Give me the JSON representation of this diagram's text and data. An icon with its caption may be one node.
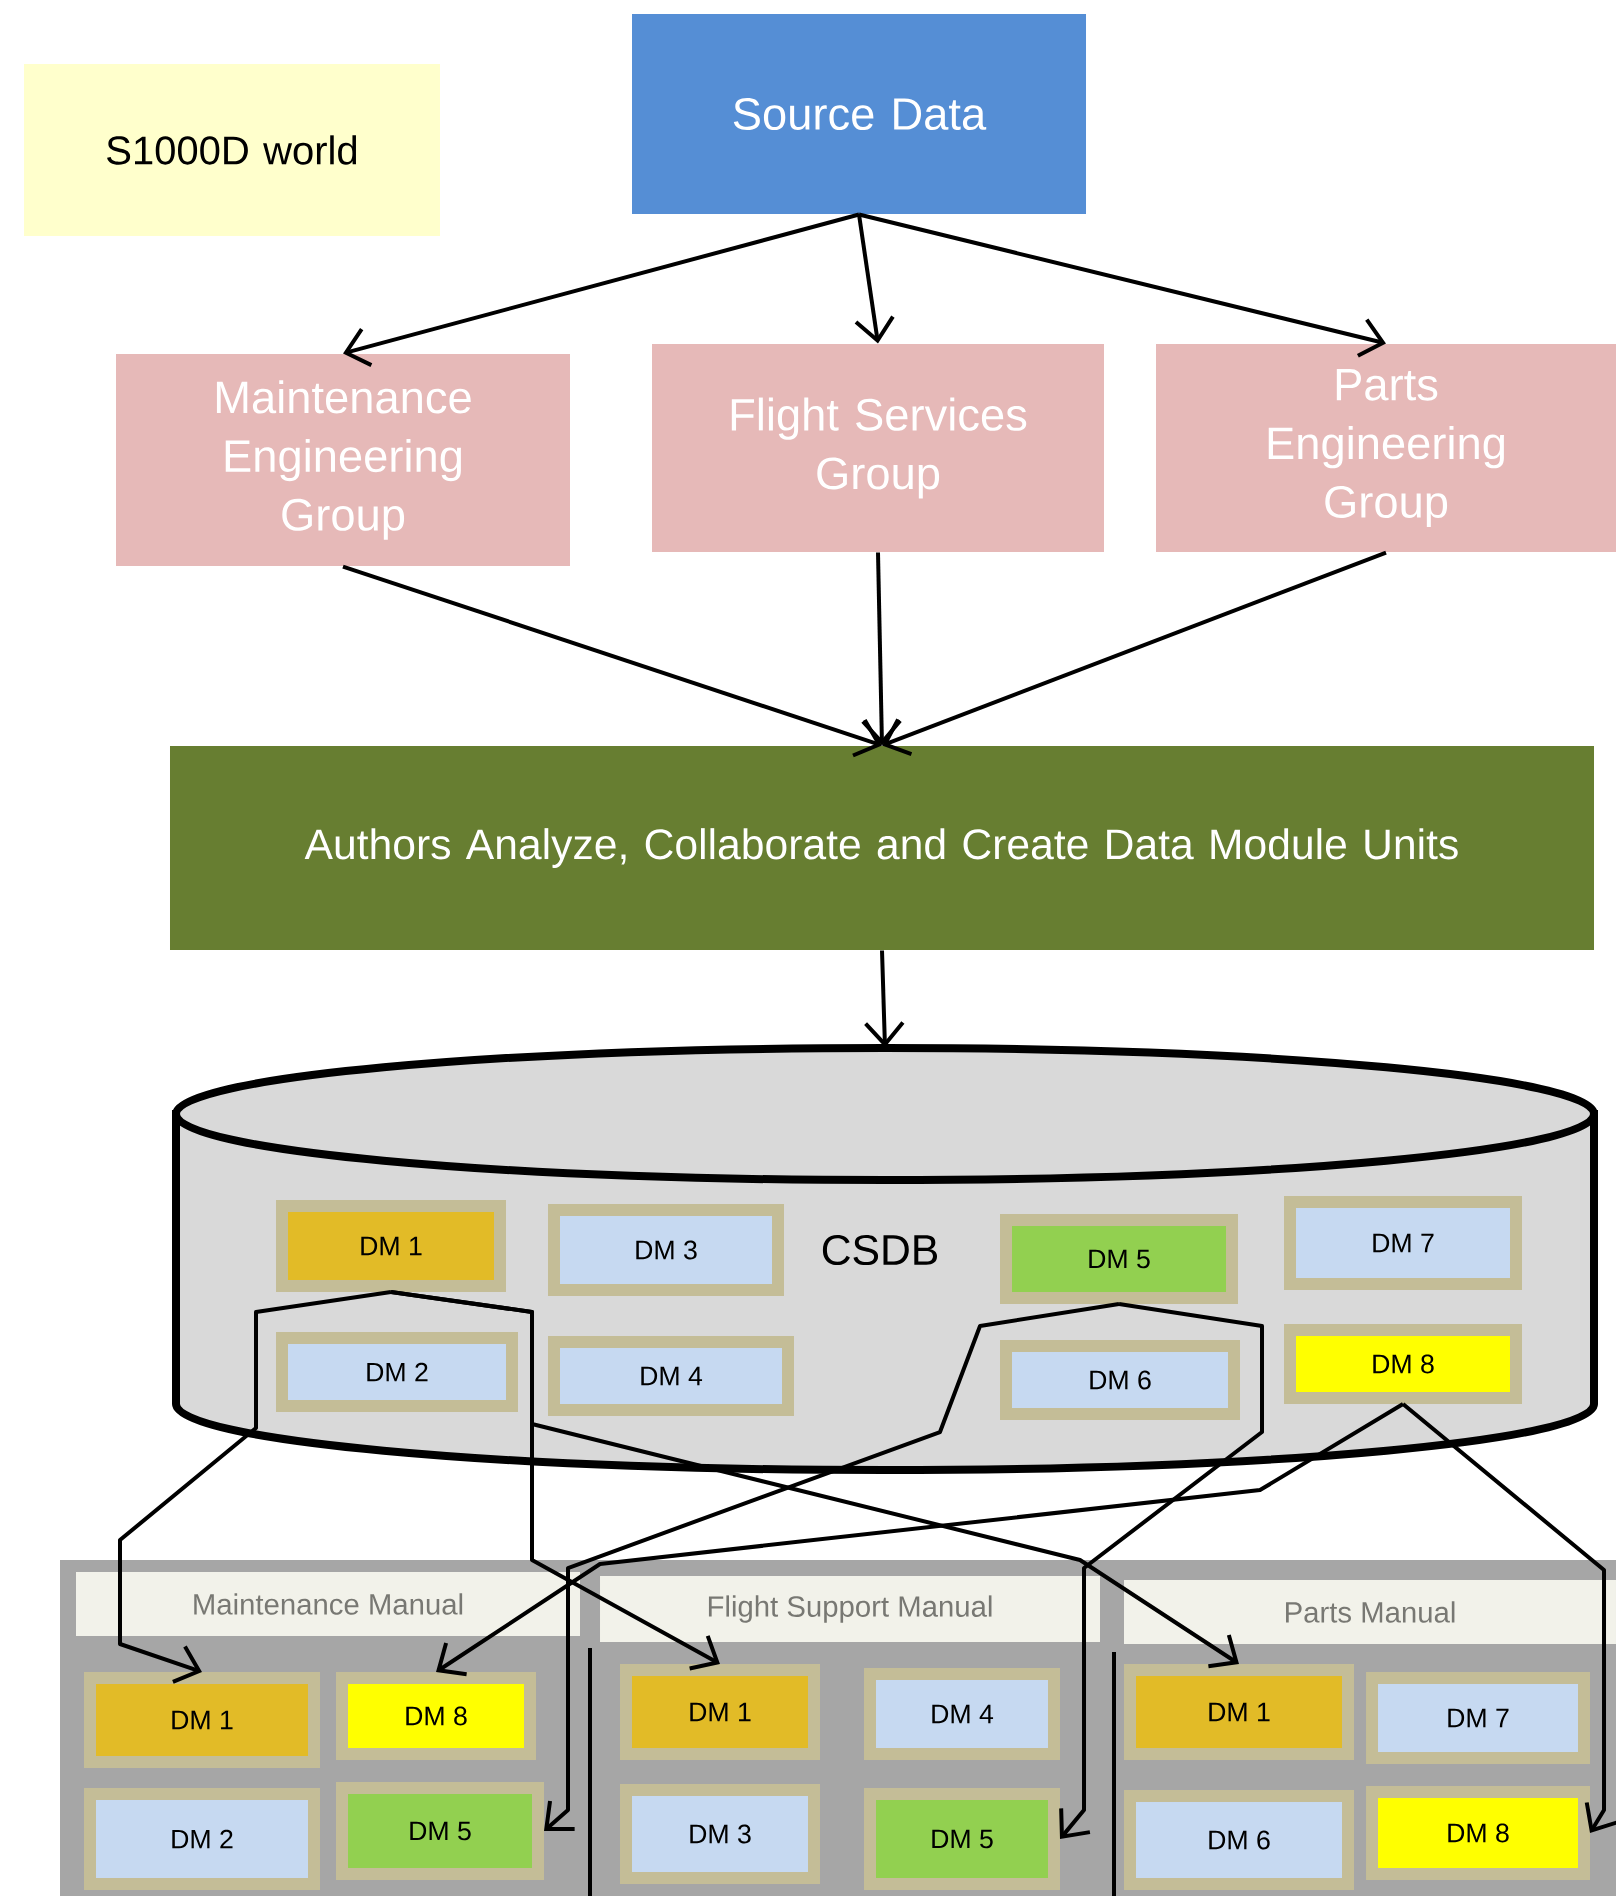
{
  "diagram": {
    "nodes": [
      {
        "text": [
          "S1000D world"
        ]
      },
      {
        "text": [
          "Source Data"
        ]
      },
      {
        "text": [
          "Maintenance Engineering Group"
        ]
      },
      {
        "text": [
          "Flight Services Group"
        ]
      },
      {
        "text": [
          "Parts Engineering Group"
        ]
      },
      {
        "text": [
          "Authors Analyze, Collaborate and Create Data Module Units"
        ]
      },
      {
        "text": [
          "CSDB"
        ]
      },
      {
        "text": [
          "DM 1"
        ],
        "in": 6
      },
      {
        "text": [
          "DM 3"
        ],
        "in": 6
      },
      {
        "text": [
          "DM 5"
        ],
        "in": 6
      },
      {
        "text": [
          "DM 7"
        ],
        "in": 6
      },
      {
        "text": [
          "DM 2"
        ],
        "in": 6
      },
      {
        "text": [
          "DM 4"
        ],
        "in": 6
      },
      {
        "text": [
          "DM 6"
        ],
        "in": 6
      },
      {
        "text": [
          "DM 8"
        ],
        "in": 6
      },
      {
        "text": [
          "Maintenance Manual"
        ]
      },
      {
        "text": [
          "DM 1"
        ],
        "in": 15
      },
      {
        "text": [
          "DM 8"
        ],
        "in": 15
      },
      {
        "text": [
          "DM 2"
        ],
        "in": 15
      },
      {
        "text": [
          "DM 5"
        ],
        "in": 15
      },
      {
        "text": [
          "Flight Support Manual"
        ]
      },
      {
        "text": [
          "DM 1"
        ],
        "in": 20
      },
      {
        "text": [
          "DM 4"
        ],
        "in": 20
      },
      {
        "text": [
          "DM 3"
        ],
        "in": 20
      },
      {
        "text": [
          "DM 5"
        ],
        "in": 20
      },
      {
        "text": [
          "Parts Manual"
        ]
      },
      {
        "text": [
          "DM 1"
        ],
        "in": 25
      },
      {
        "text": [
          "DM 7"
        ],
        "in": 25
      },
      {
        "text": [
          "DM 6"
        ],
        "in": 25
      },
      {
        "text": [
          "DM 8"
        ],
        "in": 25
      }
    ],
    "edges": [
      {
        "from": 1,
        "to": 2,
        "arrow": "to"
      },
      {
        "from": 1,
        "to": 3,
        "arrow": "to"
      },
      {
        "from": 1,
        "to": 4,
        "arrow": "to"
      },
      {
        "from": 2,
        "to": 5,
        "arrow": "to"
      },
      {
        "from": 3,
        "to": 5,
        "arrow": "to"
      },
      {
        "from": 4,
        "to": 5,
        "arrow": "to"
      },
      {
        "from": 5,
        "to": 6,
        "arrow": "to"
      },
      {
        "from": 7,
        "to": 16,
        "arrow": "to"
      },
      {
        "from": 7,
        "to": 21,
        "arrow": "to"
      },
      {
        "from": 7,
        "to": 26,
        "arrow": "to"
      },
      {
        "from": 9,
        "to": 19,
        "arrow": "to"
      },
      {
        "from": 9,
        "to": 24,
        "arrow": "to"
      },
      {
        "from": 14,
        "to": 17,
        "arrow": "to"
      },
      {
        "from": 14,
        "to": 29,
        "arrow": "to"
      }
    ]
  }
}
